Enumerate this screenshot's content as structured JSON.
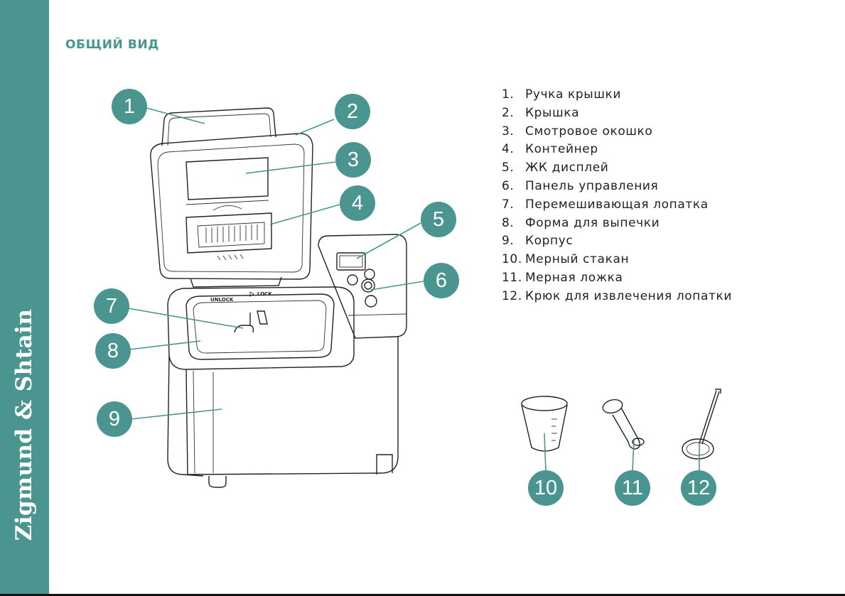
{
  "brand": {
    "logo_text": "Zigmund & Shtain"
  },
  "heading": "ОБЩИЙ ВИД",
  "parts": [
    {
      "num": "1.",
      "label": "Ручка крышки"
    },
    {
      "num": "2.",
      "label": "Крышка"
    },
    {
      "num": "3.",
      "label": "Смотровое окошко"
    },
    {
      "num": "4.",
      "label": "Контейнер"
    },
    {
      "num": "5.",
      "label": "ЖК дисплей"
    },
    {
      "num": "6.",
      "label": "Панель управления"
    },
    {
      "num": "7.",
      "label": "Перемешивающая лопатка"
    },
    {
      "num": "8.",
      "label": "Форма для выпечки"
    },
    {
      "num": "9.",
      "label": "Корпус"
    },
    {
      "num": "10.",
      "label": "Мерный стакан"
    },
    {
      "num": "11.",
      "label": "Мерная ложка"
    },
    {
      "num": "12.",
      "label": "Крюк для извлечения лопатки"
    }
  ],
  "callouts": [
    "1",
    "2",
    "3",
    "4",
    "5",
    "6",
    "7",
    "8",
    "9",
    "10",
    "11",
    "12"
  ],
  "device_markings": {
    "unlock": "UNLOCK",
    "lock": "LOCK"
  },
  "colors": {
    "accent": "#4a9590",
    "line": "#222222"
  }
}
